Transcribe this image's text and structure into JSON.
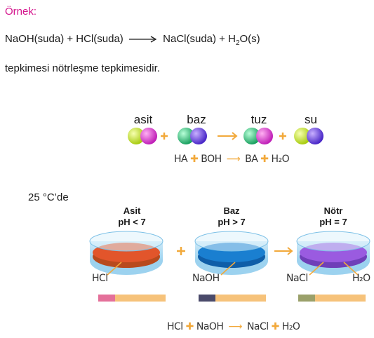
{
  "example": {
    "heading": "Örnek:",
    "equation": {
      "left": "NaOH(suda) + HCl(suda)",
      "right_a": "NaCl(suda) + H",
      "right_sub": "2",
      "right_b": "O(s)"
    },
    "description": "tepkimesi nötrleşme tepkimesidir."
  },
  "molecules": {
    "labels": [
      "asit",
      "baz",
      "tuz",
      "su"
    ],
    "formula": {
      "ha": "HA",
      "boh": "BOH",
      "ba": "BA",
      "h2o": "H₂O"
    }
  },
  "experiment": {
    "temperature": "25 °C’de",
    "dishes": [
      {
        "title": "Asit",
        "ph": "pH < 7",
        "color": "#e2552b",
        "chem": "HCl",
        "strip_tip": "#e4709a"
      },
      {
        "title": "Baz",
        "ph": "pH > 7",
        "color": "#1a7fd0",
        "chem": "NaOH",
        "strip_tip": "#4a4a6a"
      },
      {
        "title": "Nötr",
        "ph": "pH = 7",
        "color": "#9a5be0",
        "chem": "NaCl",
        "chem2": "H₂O",
        "strip_tip": "#9aa06a"
      }
    ],
    "bottom_formula": {
      "hcl": "HCl",
      "naoh": "NaOH",
      "nacl": "NaCl",
      "h2o": "H₂O"
    }
  },
  "colors": {
    "heading": "#d4148c",
    "plus": "#f2a93b",
    "arrow": "#f2a93b",
    "strip": "#f6c27a"
  }
}
